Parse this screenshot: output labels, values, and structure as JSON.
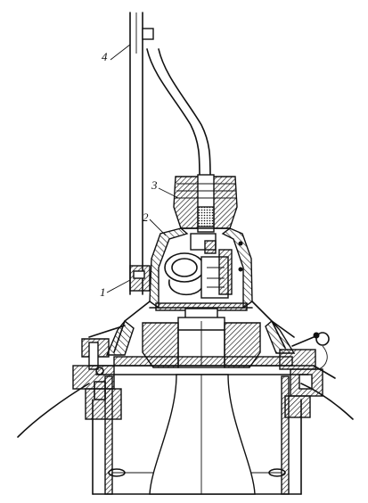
{
  "callouts": {
    "label_1": "1",
    "label_2": "2",
    "label_3": "3",
    "label_4": "4"
  }
}
